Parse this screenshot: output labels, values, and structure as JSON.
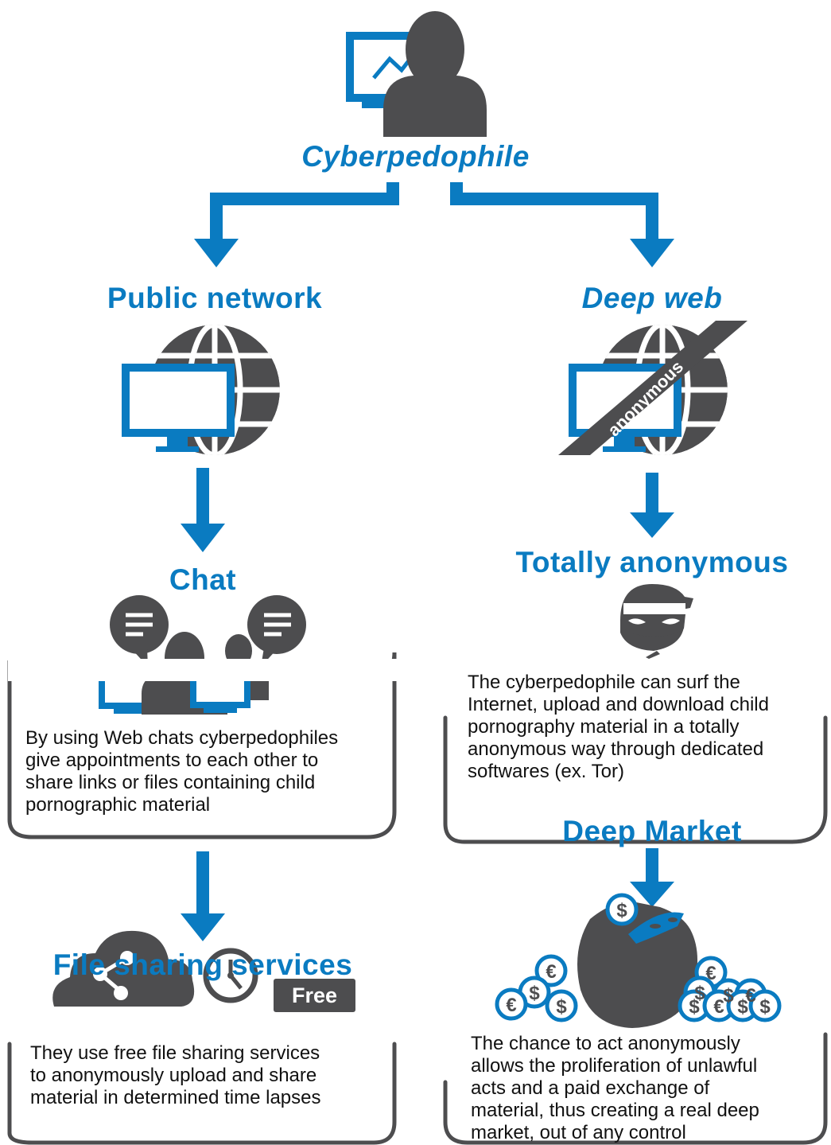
{
  "root": {
    "label": "Cyberpedophile"
  },
  "branches": {
    "public_network": {
      "label": "Public network"
    },
    "deep_web": {
      "label": "Deep web",
      "banner": "anonymous"
    }
  },
  "steps": {
    "chat": {
      "label": "Chat",
      "description": "By using Web chats cyberpedophiles\ngive appointments to each other to\nshare links or files containing child\npornographic material"
    },
    "file_sharing": {
      "label": "File sharing services",
      "badge": "Free",
      "description": "They use free file sharing services\nto anonymously upload and share\nmaterial in determined time lapses"
    },
    "totally_anonymous": {
      "label": "Totally anonymous",
      "description": "The cyberpedophile can surf the\nInternet, upload and download child\npornography material in a totally\nanonymous way through dedicated\nsoftwares (ex. Tor)"
    },
    "deep_market": {
      "label": "Deep Market",
      "description": "The chance to act anonymously\nallows the proliferation of unlawful\nacts and a paid exchange of\nmaterial, thus creating a real deep\nmarket, out of any control"
    }
  },
  "colors": {
    "accent": "#0a7bc1",
    "icon_gray": "#4d4d4f",
    "text": "#111111"
  },
  "icons": [
    "person-at-monitor-icon",
    "globe-monitor-icon",
    "chat-users-icon",
    "cloud-share-icon",
    "clock-icon",
    "masked-face-icon",
    "money-bag-coins-icon"
  ]
}
